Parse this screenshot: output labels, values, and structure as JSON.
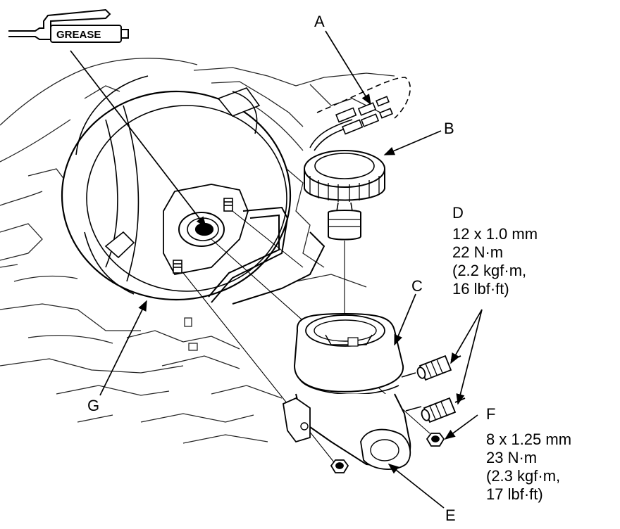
{
  "grease_tag": "GREASE",
  "callouts": {
    "a": "A",
    "b": "B",
    "c": "C",
    "d": "D",
    "e": "E",
    "f": "F",
    "g": "G"
  },
  "specs": {
    "d": [
      "12 x 1.0 mm",
      "22 N·m",
      "(2.2 kgf·m,",
      "16 lbf·ft)"
    ],
    "f": [
      "8 x 1.25 mm",
      "23 N·m",
      "(2.3 kgf·m,",
      "17 lbf·ft)"
    ]
  }
}
